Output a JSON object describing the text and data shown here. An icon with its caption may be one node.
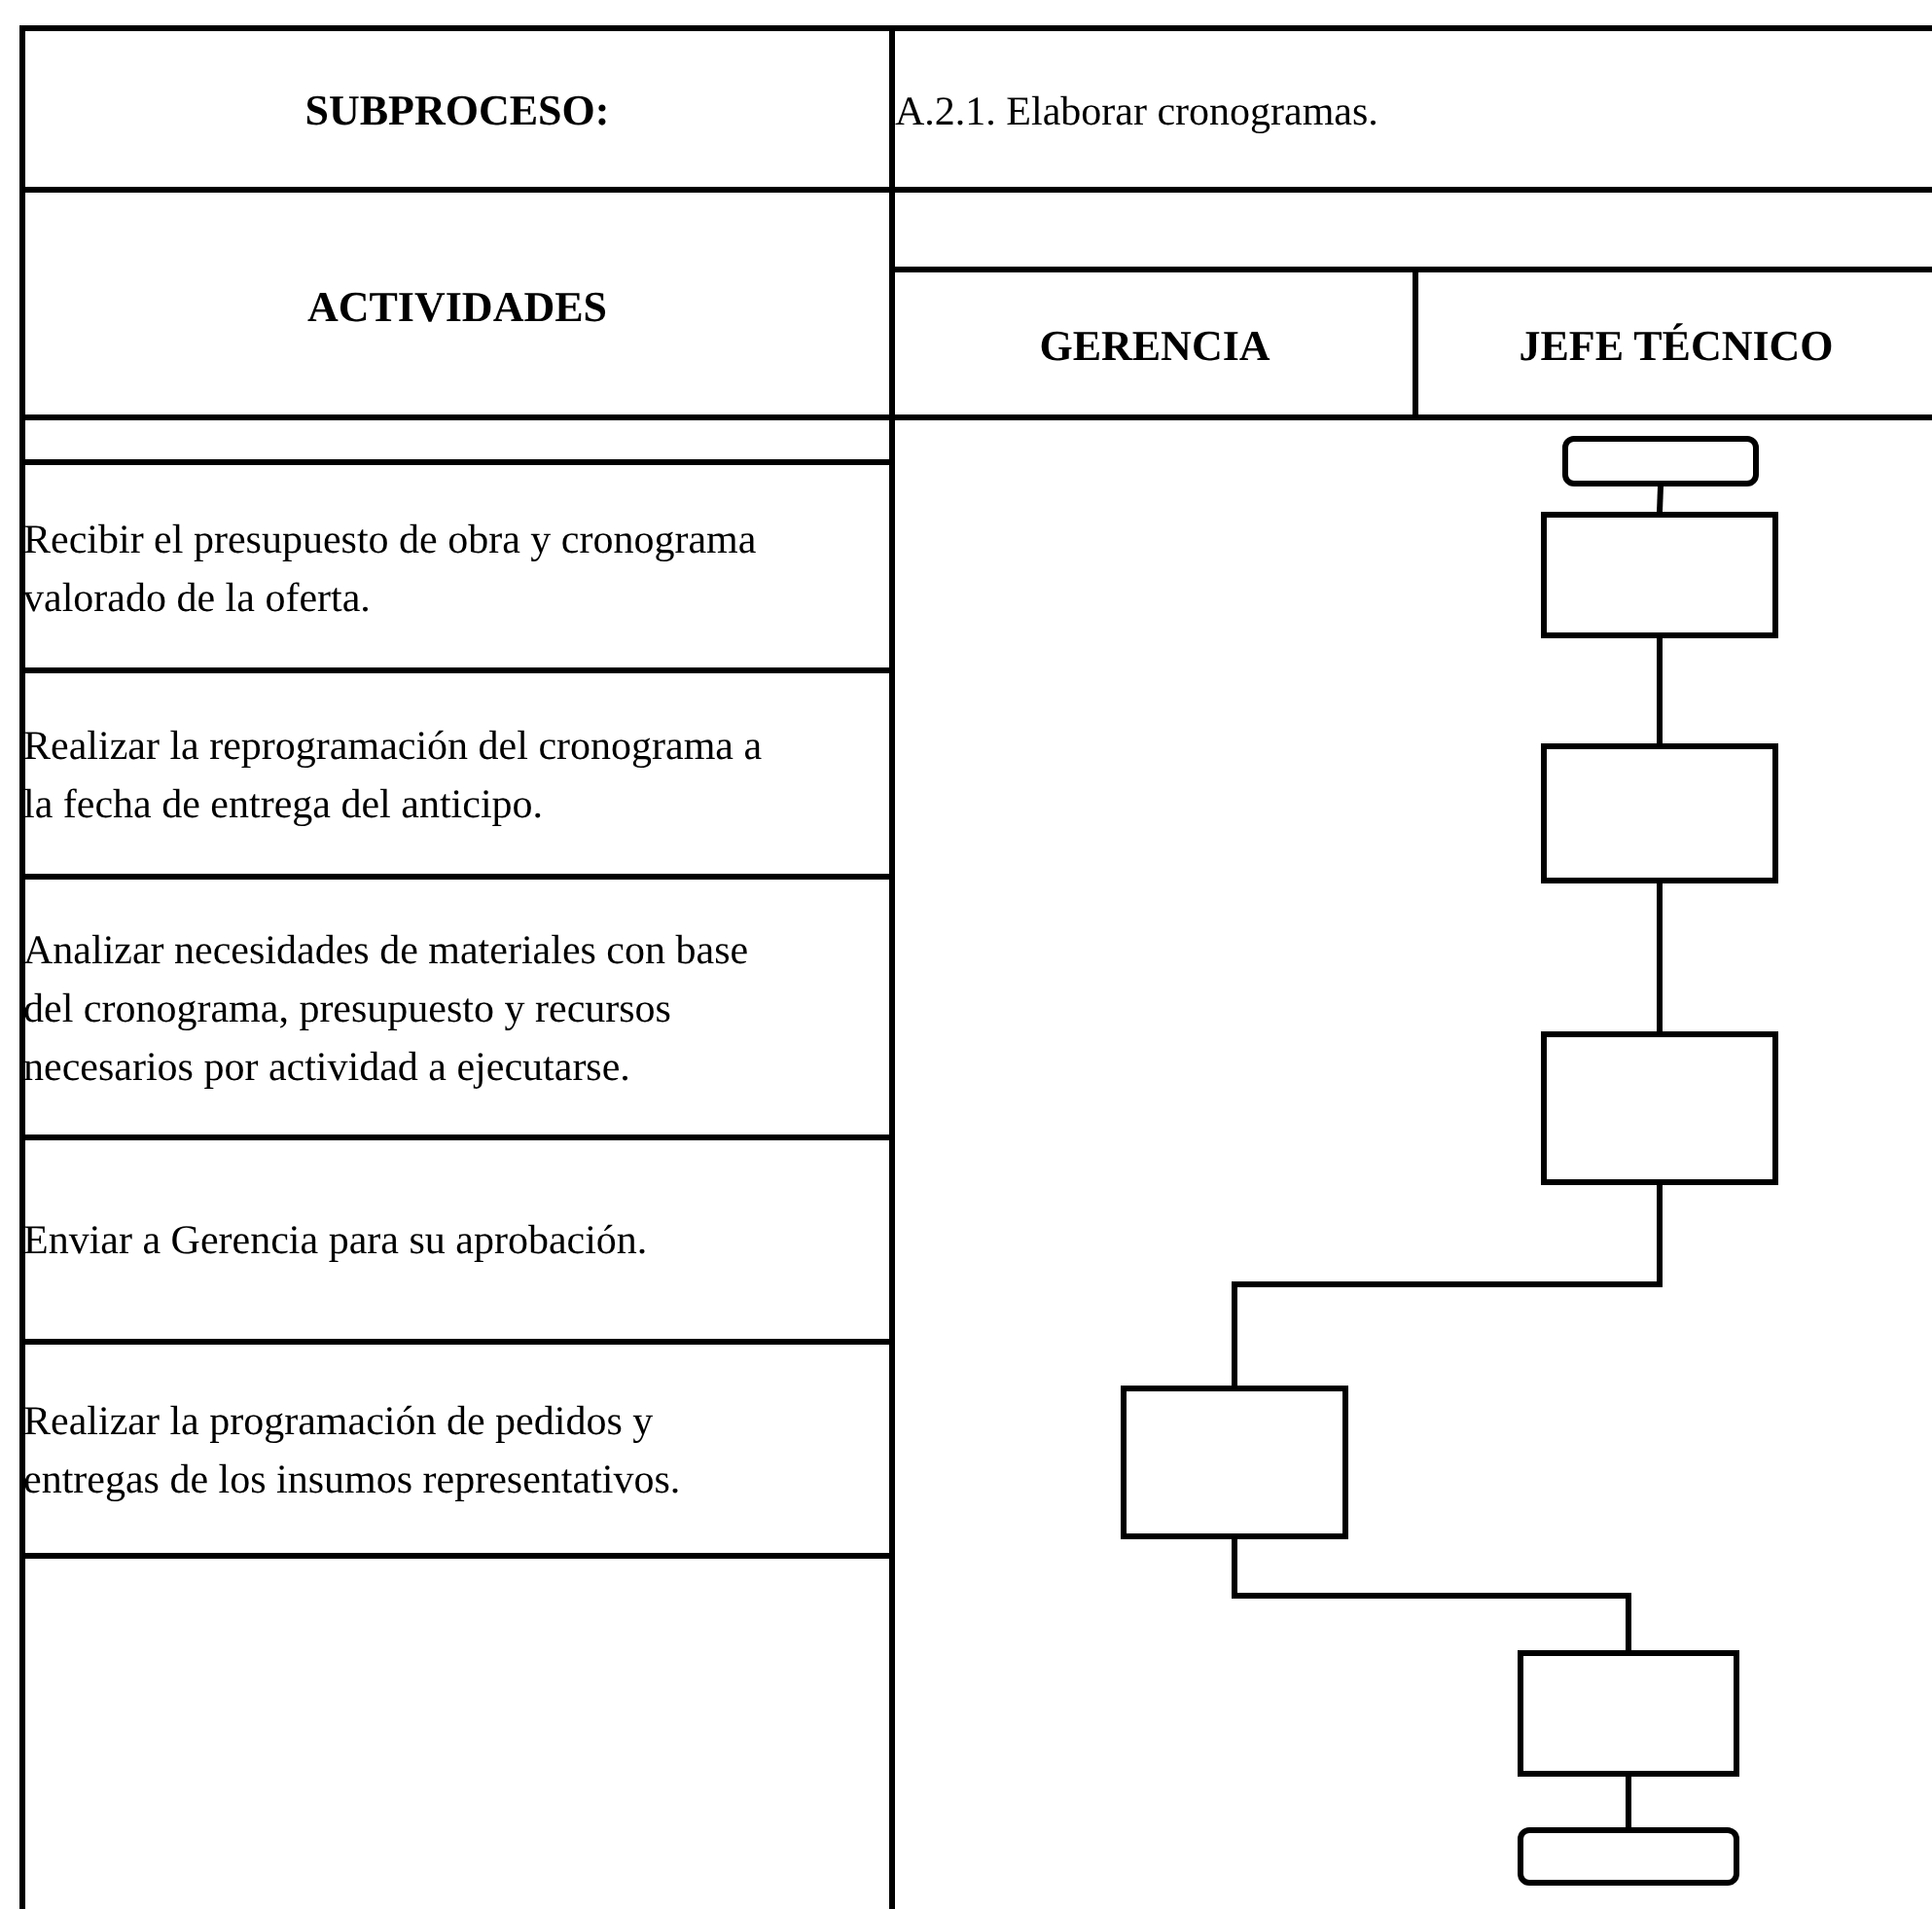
{
  "diagram": {
    "nodes": [
      {
        "text": [],
        "shape": "pill"
      },
      {
        "text": [],
        "shape": "box"
      },
      {
        "text": [],
        "shape": "box"
      },
      {
        "text": [],
        "shape": "box"
      },
      {
        "text": [],
        "shape": "box"
      },
      {
        "text": [],
        "shape": "box"
      },
      {
        "text": [],
        "shape": "pill"
      }
    ],
    "edges": [
      {
        "from": 0,
        "to": 1,
        "arrow": "none"
      },
      {
        "from": 1,
        "to": 2,
        "arrow": "none"
      },
      {
        "from": 2,
        "to": 3,
        "arrow": "none"
      },
      {
        "from": 3,
        "to": 4,
        "arrow": "none"
      },
      {
        "from": 4,
        "to": 5,
        "arrow": "none"
      },
      {
        "from": 5,
        "to": 6,
        "arrow": "none"
      }
    ],
    "labels": [
      "SUBPROCESO:",
      "A.2.1. Elaborar cronogramas.",
      "ACTIVIDADES",
      "GERENCIA",
      "JEFE TÉCNICO",
      "Recibir el presupuesto de obra y cronograma valorado de la oferta.",
      "Realizar la reprogramación del cronograma a la fecha de entrega del anticipo.",
      "Analizar necesidades de materiales con base del cronograma, presupuesto y recursos necesarios por actividad a ejecutarse.",
      "Enviar a Gerencia para su aprobación.",
      "Realizar la programación de pedidos y entregas de los insumos representativos."
    ]
  }
}
